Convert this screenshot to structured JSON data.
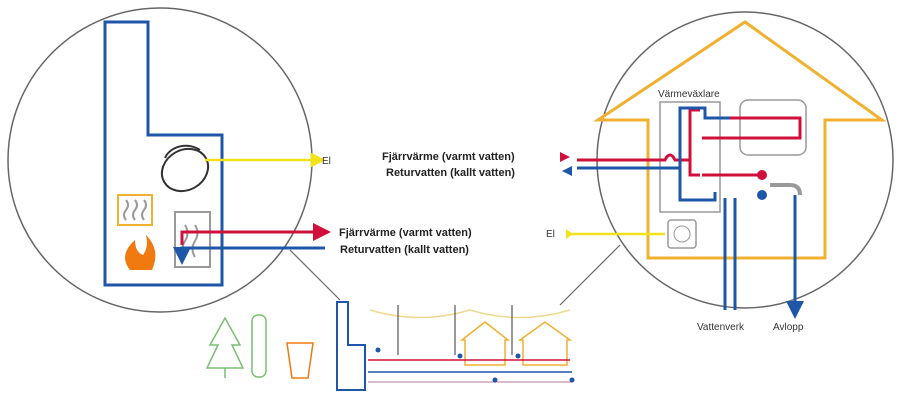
{
  "labels": {
    "el_left": "El",
    "el_right": "El",
    "hot_water_top": "Fjärrvärme (varmt vatten)",
    "return_water_top": "Returvatten (kallt vatten)",
    "hot_water_bottom": "Fjärrvärme (varmt vatten)",
    "return_water_bottom": "Returvatten (kallt vatten)",
    "heat_exchanger": "Värmeväxlare",
    "waterworks": "Vattenverk",
    "drain": "Avlopp"
  },
  "colors": {
    "hot": "#d0103a",
    "cold": "#1f57a8",
    "electric": "#f2e21a",
    "house": "#f0b030",
    "plant": "#1f57a8",
    "fire": "#f07a10",
    "tree": "#7ac070",
    "circle": "#666666"
  }
}
